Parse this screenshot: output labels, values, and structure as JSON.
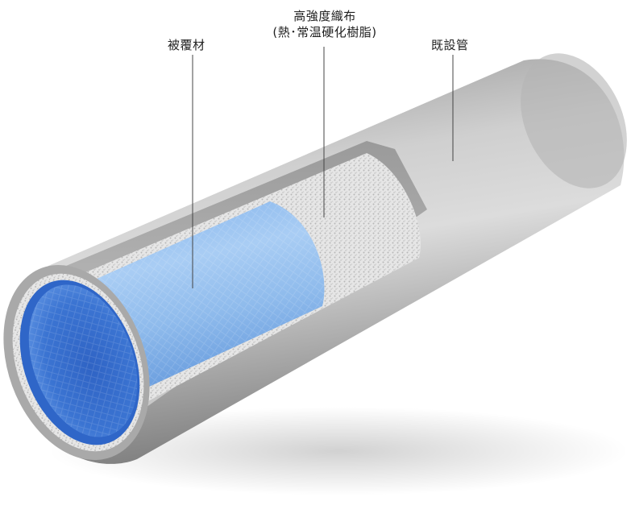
{
  "labels": {
    "covering_material": "被覆材",
    "fabric_line1": "高強度織布",
    "fabric_line2": "(熱･常温硬化樹脂)",
    "existing_pipe": "既設管"
  },
  "colors": {
    "outer_pipe": "#b9b9b9",
    "inner_lining": "#5a8fd6",
    "fabric": "#e4e4e4",
    "leader_line": "#444444"
  }
}
